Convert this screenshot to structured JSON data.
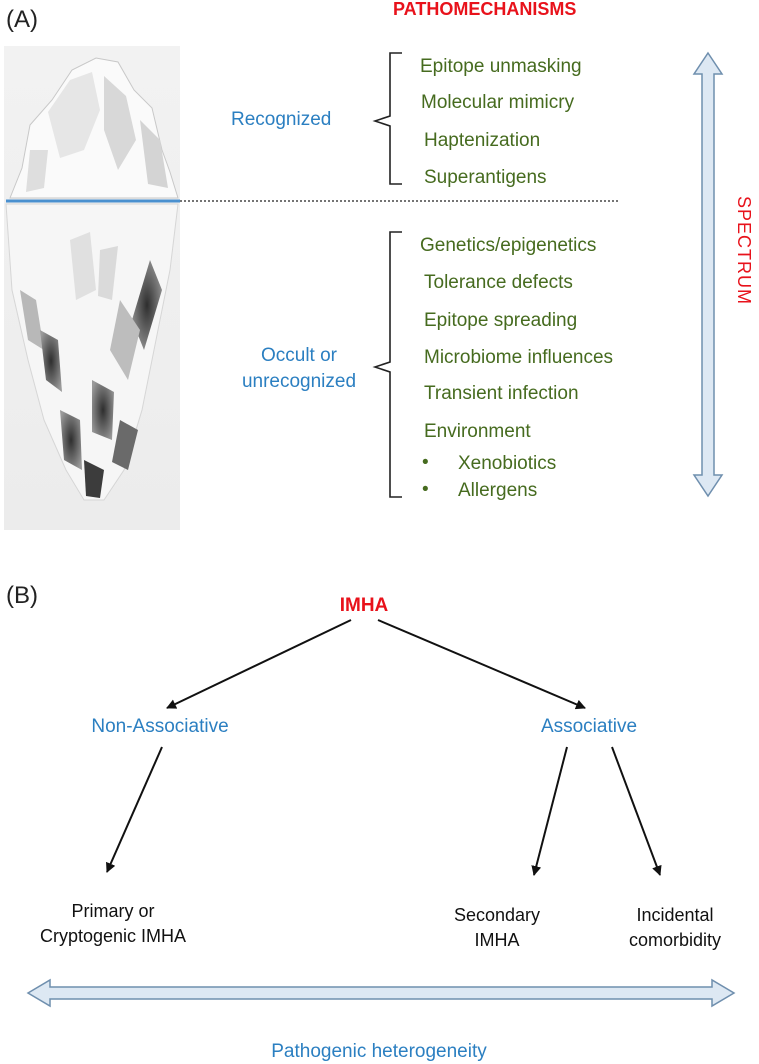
{
  "panel_a": {
    "label": "(A)",
    "header": "PATHOMECHANISMS",
    "spectrum": "SPECTRUM",
    "recognized": {
      "label": "Recognized",
      "items": [
        "Epitope unmasking",
        "Molecular mimicry",
        "Haptenization",
        "Superantigens"
      ]
    },
    "occult": {
      "label_line1": "Occult or",
      "label_line2": "unrecognized",
      "items": [
        "Genetics/epigenetics",
        "Tolerance defects",
        "Epitope spreading",
        "Microbiome influences",
        "Transient infection",
        "Environment"
      ],
      "bullet_char": "•",
      "bullets": [
        "Xenobiotics",
        "Allergens"
      ]
    }
  },
  "panel_b": {
    "label": "(B)",
    "root": "IMHA",
    "left_branch": "Non-Associative",
    "right_branch": "Associative",
    "leaf_left_line1": "Primary or",
    "leaf_left_line2": "Cryptogenic IMHA",
    "leaf_mid_line1": "Secondary",
    "leaf_mid_line2": "IMHA",
    "leaf_right_line1": "Incidental",
    "leaf_right_line2": "comorbidity",
    "footer": "Pathogenic heterogeneity"
  },
  "colors": {
    "red": "#e8121b",
    "blue": "#2b7fc1",
    "green": "#466b1f",
    "arrow_fill": "#dde8f3",
    "arrow_stroke": "#6f8fae"
  }
}
